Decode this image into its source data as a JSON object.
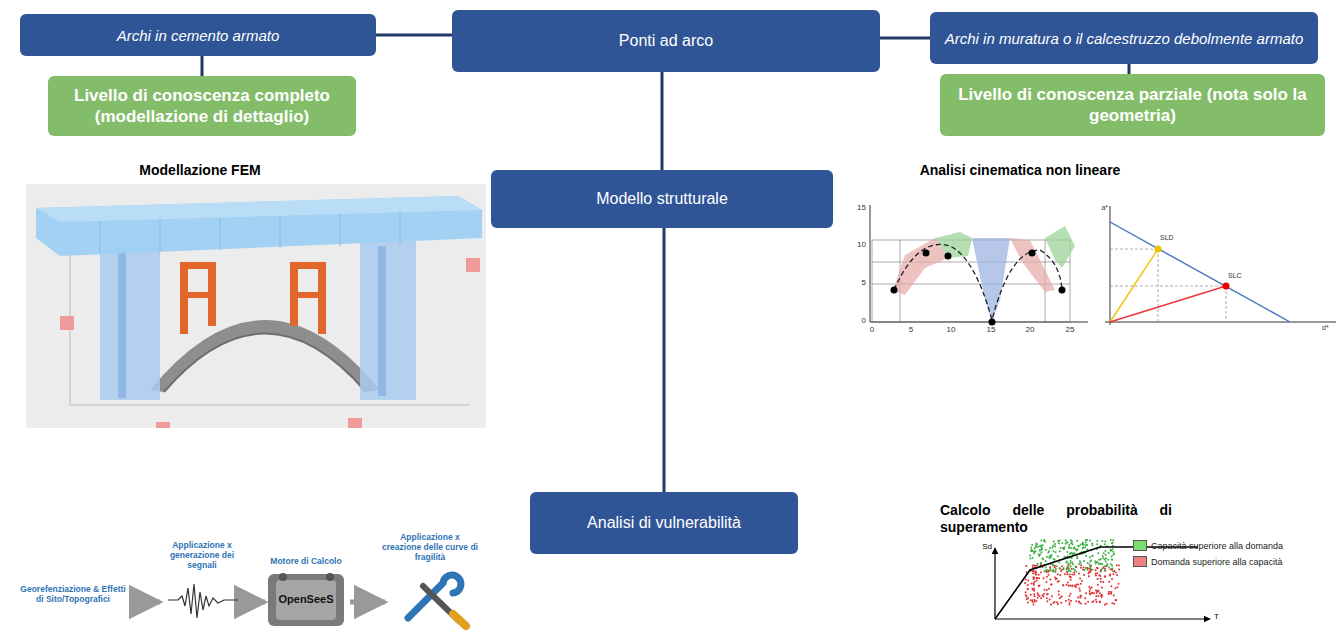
{
  "diagram": {
    "nodes": [
      {
        "text": [
          "Archi in cemento armato"
        ]
      },
      {
        "text": [
          "Ponti ad arco"
        ]
      },
      {
        "text": [
          "Archi in muratura o il calcestruzzo debolmente armato"
        ]
      },
      {
        "text": [
          "Livello di conoscenza completo (modellazione di dettaglio)"
        ]
      },
      {
        "text": [
          "Livello di conoscenza parziale (nota solo la geometria)"
        ]
      },
      {
        "text": [
          "Modello strutturale"
        ]
      },
      {
        "text": [
          "Analisi di vulnerabilità"
        ]
      }
    ],
    "edges": [
      {
        "from": 0,
        "to": 1,
        "arrow": "none"
      },
      {
        "from": 1,
        "to": 2,
        "arrow": "none"
      },
      {
        "from": 0,
        "to": 3,
        "arrow": "none"
      },
      {
        "from": 2,
        "to": 4,
        "arrow": "none"
      },
      {
        "from": 1,
        "to": 5,
        "arrow": "none"
      },
      {
        "from": 5,
        "to": 6,
        "arrow": "none"
      }
    ],
    "labels": [
      "Modellazione FEM",
      "Analisi cinematica non lineare",
      "Calcolo delle probabilità di superamento",
      "Georefenziazione & Effetti di Sito/Topografici",
      "Applicazione x generazione dei segnali",
      "Motore di Calcolo",
      "OpenSeeS",
      "Applicazione x creazione delle curve di fragilità",
      "15",
      "10",
      "5",
      "0",
      "0",
      "5",
      "10",
      "15",
      "20",
      "25",
      "SLD",
      "SLC",
      "a*",
      "d*",
      "Sd",
      "T"
    ],
    "legend": [
      {
        "text": "Capacità superiore alla domanda",
        "color": "#7ddc6e"
      },
      {
        "text": "Domanda superiore alla capacità",
        "color": "#f08080"
      }
    ]
  }
}
